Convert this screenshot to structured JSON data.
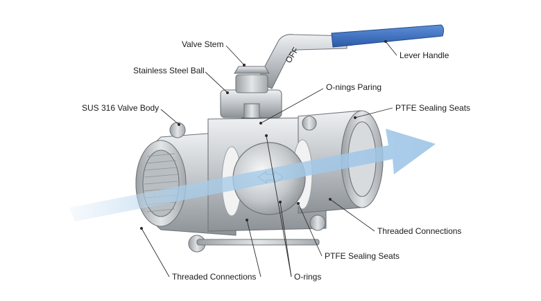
{
  "diagram": {
    "labels": {
      "valve_stem": "Valve Stem",
      "stainless_ball": "Stainless Steel Ball",
      "valve_body": "SUS 316 Valve Body",
      "lever_handle": "Lever Handle",
      "oring_pairing": "O-nings Paring",
      "ptfe_seats_top": "PTFE Sealing Seats",
      "threaded_right": "Threaded Connections",
      "ptfe_seats_bottom": "PTFE Sealing Seats",
      "threaded_left": "Threaded Connections",
      "orings": "O-rings"
    },
    "lever_marking": "OFF",
    "colors": {
      "handle_grip": "#3b6fc4",
      "flow_arrow": "#a9cdea",
      "metal": "#c9cdd1",
      "ptfe_seat": "#f2f2f2"
    }
  }
}
